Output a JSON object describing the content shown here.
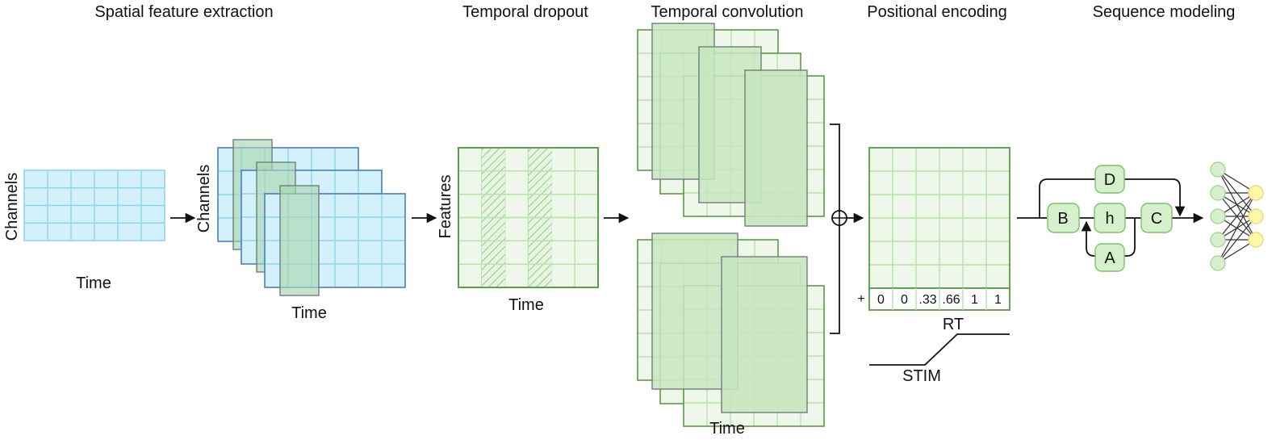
{
  "stages": {
    "spatial": "Spatial feature extraction",
    "dropout": "Temporal dropout",
    "tconv": "Temporal convolution",
    "posenc": "Positional encoding",
    "seqmodel": "Sequence modeling"
  },
  "axis_labels": {
    "input_x": "Time",
    "input_y": "Channels",
    "stack_x": "Time",
    "stack_y": "Channels",
    "dropout_x": "Time",
    "dropout_y": "Features",
    "tconv_x": "Time"
  },
  "posenc": {
    "plus": "+",
    "values": [
      "0",
      "0",
      ".33",
      ".66",
      "1",
      "1"
    ],
    "rt_label": "RT",
    "stim_label": "STIM",
    "sum_symbol": "⊕"
  },
  "ssm_nodes": {
    "B": "B",
    "h": "h",
    "C": "C",
    "D": "D",
    "A": "A"
  },
  "colors": {
    "blue_fill": "#d3f1fb",
    "blue_grid": "#8fd4f0",
    "blue_border": "#4a7cc4",
    "green_border": "#5a9a46",
    "green_grid": "#b8e2ad",
    "green_light": "#eef7ea",
    "green_dark": "#c7e6bf",
    "overlay_gray": "#6f7f78",
    "yellow_node": "#fff7a8"
  }
}
